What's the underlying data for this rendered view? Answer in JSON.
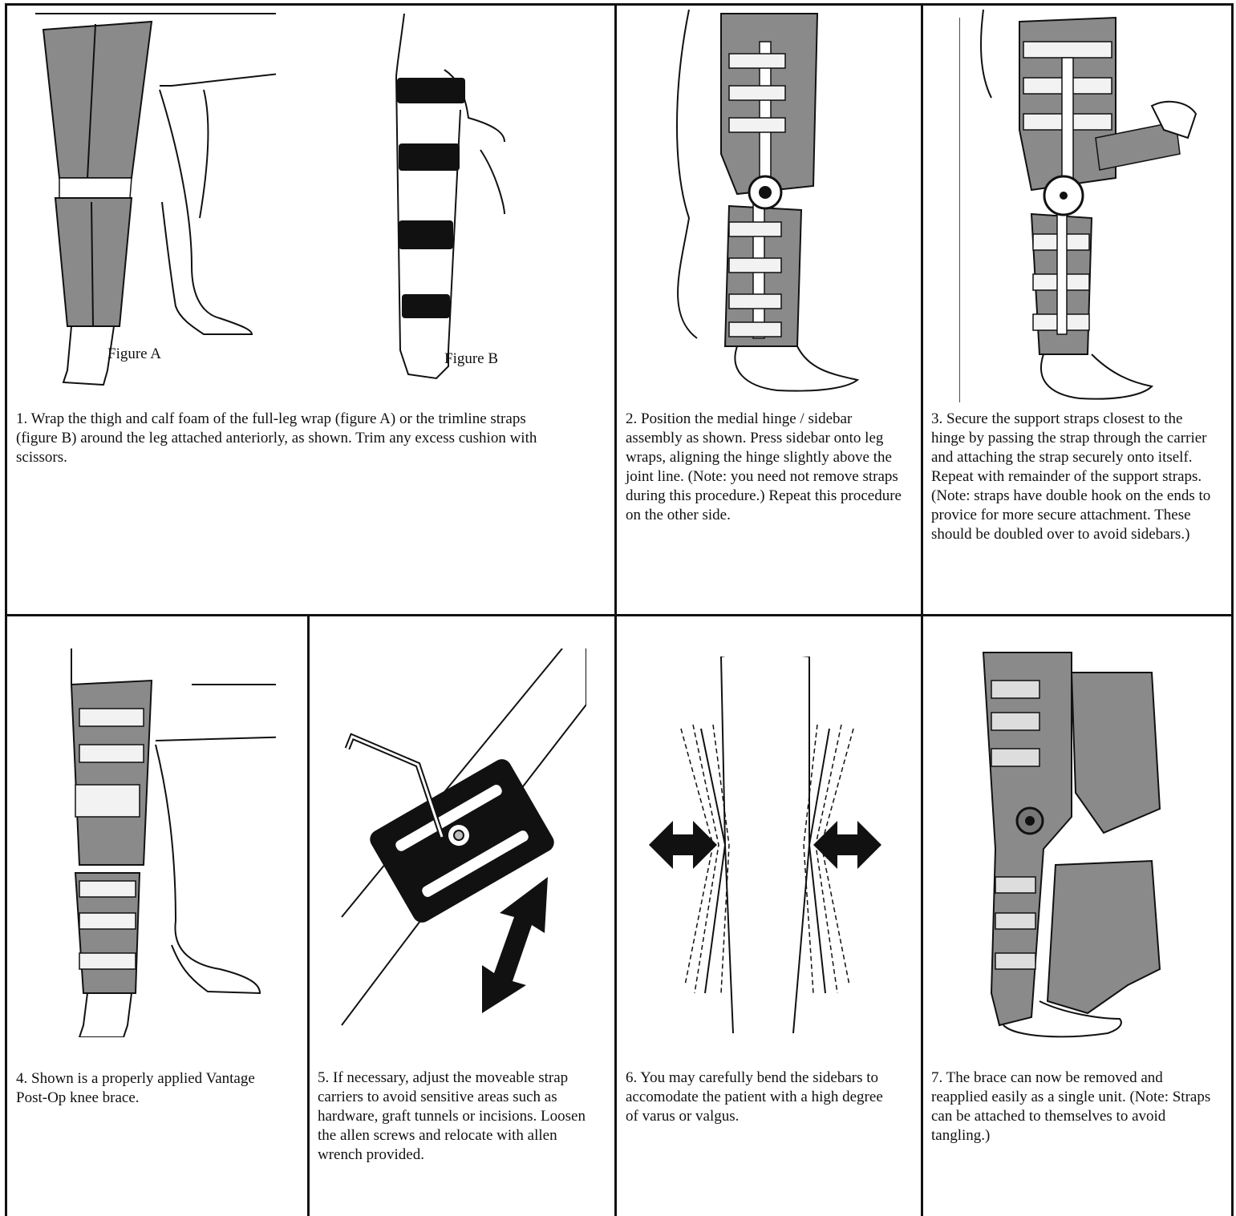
{
  "step1": {
    "caption": "1. Wrap the thigh and calf foam of the full-leg wrap (figure A) or the trimline straps (figure B) around the leg attached anteriorly, as shown. Trim any excess cushion with scissors.",
    "figure_a_label": "Figure A",
    "figure_b_label": "Figure B"
  },
  "step2": {
    "caption": "2. Position the medial hinge / sidebar assembly as shown.  Press sidebar onto leg wraps, aligning the hinge slightly above the joint line.  (Note: you need not remove straps during this procedure.)  Repeat this procedure on the other side."
  },
  "step3": {
    "caption": "3. Secure the support straps closest to the hinge by passing the strap through the carrier and attaching the strap securely onto itself.  Repeat with remainder of the support straps. (Note: straps have double hook on the ends to provice for more secure attachment.  These should be doubled over to avoid sidebars.)"
  },
  "step4": {
    "caption": "4. Shown is a properly applied Vantage Post-Op knee brace."
  },
  "step5": {
    "caption": "5. If necessary, adjust the moveable strap carriers to avoid sensitive areas such as hardware, graft tunnels or incisions.  Loosen the allen screws and relocate with allen wrench provided."
  },
  "step6": {
    "caption": "6. You may carefully bend the sidebars to accomodate the patient with a high degree of varus or valgus."
  },
  "step7": {
    "caption": "7.  The brace can now be removed and reapplied easily as a single unit. (Note: Straps can be attached to themselves to avoid tangling.)"
  },
  "colors": {
    "line": "#111111",
    "foam": "#8a8a8a",
    "strap": "#f2f2f2"
  }
}
